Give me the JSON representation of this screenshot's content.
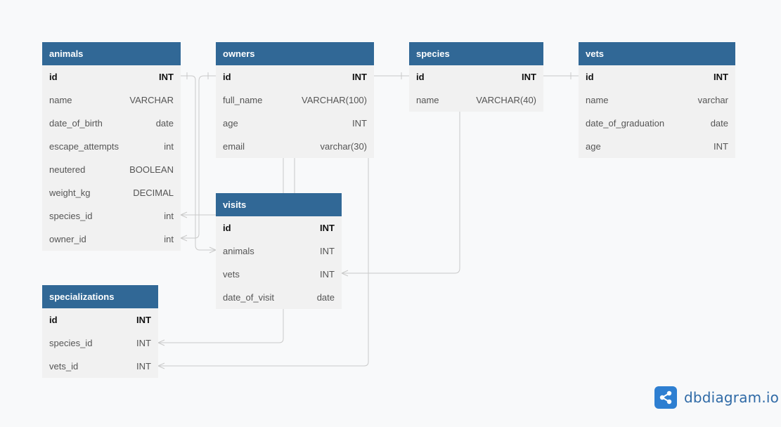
{
  "brand": {
    "name": "dbdiagram.io",
    "icon": "share-icon",
    "color": "#2e7fd1"
  },
  "colors": {
    "header": "#316896",
    "body": "#f1f1f1",
    "line": "#c9c9c9",
    "canvas": "#f8f9fa"
  },
  "tables": {
    "animals": {
      "name": "animals",
      "columns": [
        {
          "name": "id",
          "type": "INT",
          "pk": true
        },
        {
          "name": "name",
          "type": "VARCHAR"
        },
        {
          "name": "date_of_birth",
          "type": "date"
        },
        {
          "name": "escape_attempts",
          "type": "int"
        },
        {
          "name": "neutered",
          "type": "BOOLEAN"
        },
        {
          "name": "weight_kg",
          "type": "DECIMAL"
        },
        {
          "name": "species_id",
          "type": "int"
        },
        {
          "name": "owner_id",
          "type": "int"
        }
      ]
    },
    "owners": {
      "name": "owners",
      "columns": [
        {
          "name": "id",
          "type": "INT",
          "pk": true
        },
        {
          "name": "full_name",
          "type": "VARCHAR(100)"
        },
        {
          "name": "age",
          "type": "INT"
        },
        {
          "name": "email",
          "type": "varchar(30)"
        }
      ]
    },
    "species": {
      "name": "species",
      "columns": [
        {
          "name": "id",
          "type": "INT",
          "pk": true
        },
        {
          "name": "name",
          "type": "VARCHAR(40)"
        }
      ]
    },
    "vets": {
      "name": "vets",
      "columns": [
        {
          "name": "id",
          "type": "INT",
          "pk": true
        },
        {
          "name": "name",
          "type": "varchar"
        },
        {
          "name": "date_of_graduation",
          "type": "date"
        },
        {
          "name": "age",
          "type": "INT"
        }
      ]
    },
    "visits": {
      "name": "visits",
      "columns": [
        {
          "name": "id",
          "type": "INT",
          "pk": true
        },
        {
          "name": "animals",
          "type": "INT"
        },
        {
          "name": "vets",
          "type": "INT"
        },
        {
          "name": "date_of_visit",
          "type": "date"
        }
      ]
    },
    "specializations": {
      "name": "specializations",
      "columns": [
        {
          "name": "id",
          "type": "INT",
          "pk": true
        },
        {
          "name": "species_id",
          "type": "INT"
        },
        {
          "name": "vets_id",
          "type": "INT"
        }
      ]
    }
  },
  "relationships": [
    {
      "from": "animals.id",
      "to": "visits.animals",
      "kind": "one-to-many"
    },
    {
      "from": "owners.id",
      "to": "animals.owner_id",
      "kind": "one-to-many"
    },
    {
      "from": "owners.id",
      "to": "animals.species_id",
      "kind": "one-to-many"
    },
    {
      "from": "owners.id",
      "to": "species.id",
      "kind": "one-to-one"
    },
    {
      "from": "species.id",
      "to": "vets.id",
      "kind": "one-to-one"
    },
    {
      "from": "species.name",
      "to": "visits.vets",
      "kind": "one-to-many"
    },
    {
      "from": "owners",
      "to": "visits",
      "kind": "link"
    },
    {
      "from": "visits",
      "to": "specializations.species_id",
      "kind": "one-to-many"
    },
    {
      "from": "owners",
      "to": "specializations.vets_id",
      "kind": "one-to-many"
    }
  ]
}
